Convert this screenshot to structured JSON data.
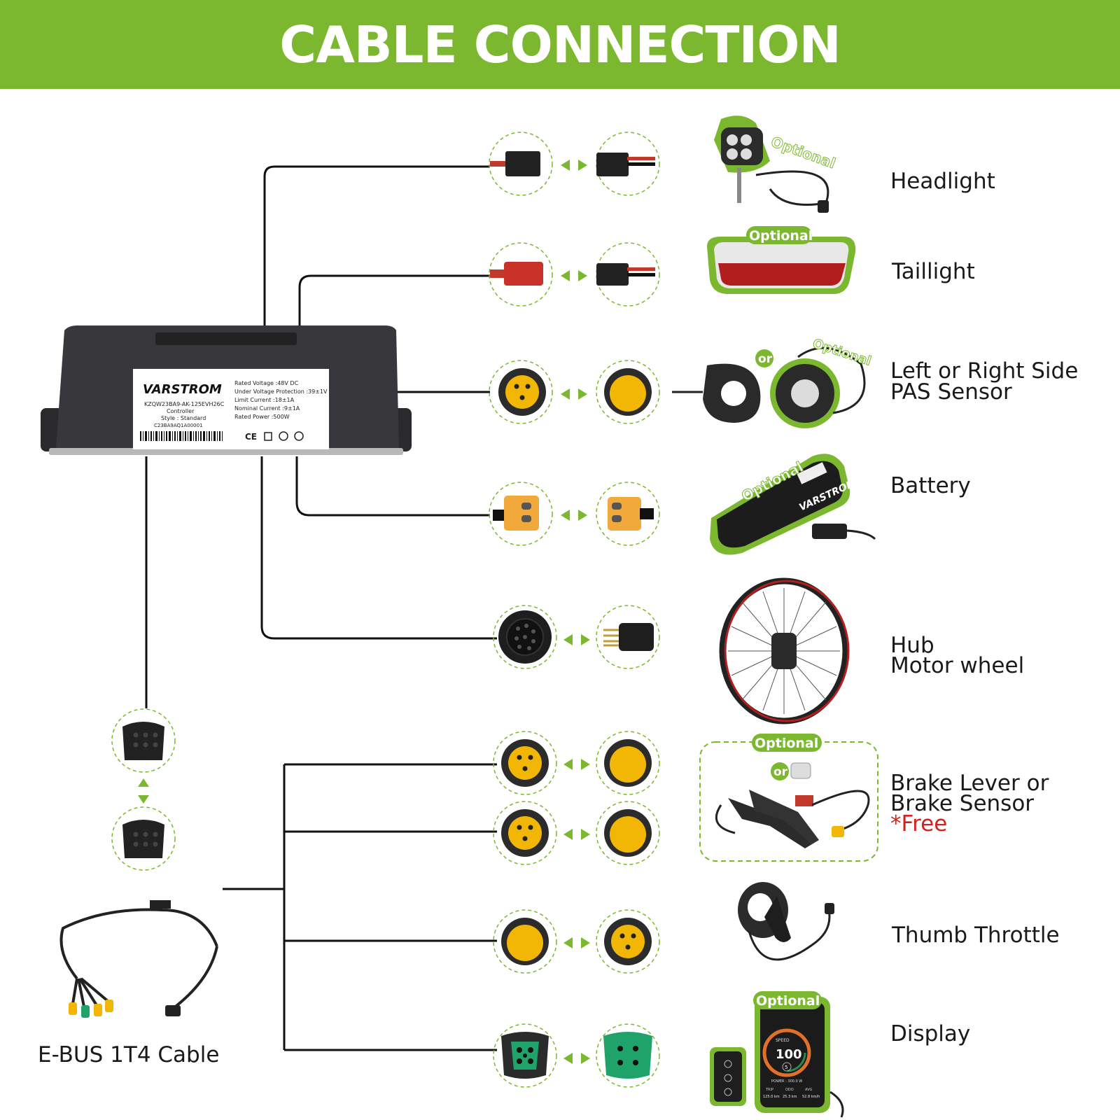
{
  "title": "CABLE CONNECTION",
  "controller": {
    "brand": "VARSTROM",
    "model": "KZQW23BA9-AK-125EVH26C",
    "type_line": "Controller",
    "style_line": "Style : Standard",
    "serial": "C23BA9AQ1A00001",
    "specs": [
      "Rated Voltage :48V DC",
      "Under Voltage Protection :39±1V",
      "Limit Current :18±1A",
      "Nominal Current :9±1A",
      "Rated Power :500W"
    ],
    "cert_marks": "CE"
  },
  "badges": {
    "optional": "Optional",
    "or": "or"
  },
  "components": [
    {
      "name": "Headlight"
    },
    {
      "name": "Taillight"
    },
    {
      "name": "Left or Right Side",
      "name2": "PAS Sensor"
    },
    {
      "name": "Battery"
    },
    {
      "name": "Hub",
      "name2": "Motor wheel"
    },
    {
      "name": "Brake Lever or",
      "name2": "Brake Sensor",
      "note": "*Free"
    },
    {
      "name": "Thumb Throttle"
    },
    {
      "name": "Display"
    }
  ],
  "battery_brand": "VARSTROM",
  "display_screen": {
    "speed_label": "SPEED",
    "speed_value": "100",
    "assist_level": "5",
    "power": "POWER : 300.0 W",
    "trip_label": "TRIP",
    "odo_label": "ODO",
    "avg_label": "AVG",
    "trip_value": "125.0 km",
    "odo_value": "25.3 km",
    "avg_value": "52.8 km/h"
  },
  "ebus_cable": "E-BUS 1T4 Cable",
  "colors": {
    "accent_green": "#7cb82f",
    "connector_yellow": "#f2b705",
    "connector_green": "#1fa36b",
    "red_text": "#d62020"
  }
}
